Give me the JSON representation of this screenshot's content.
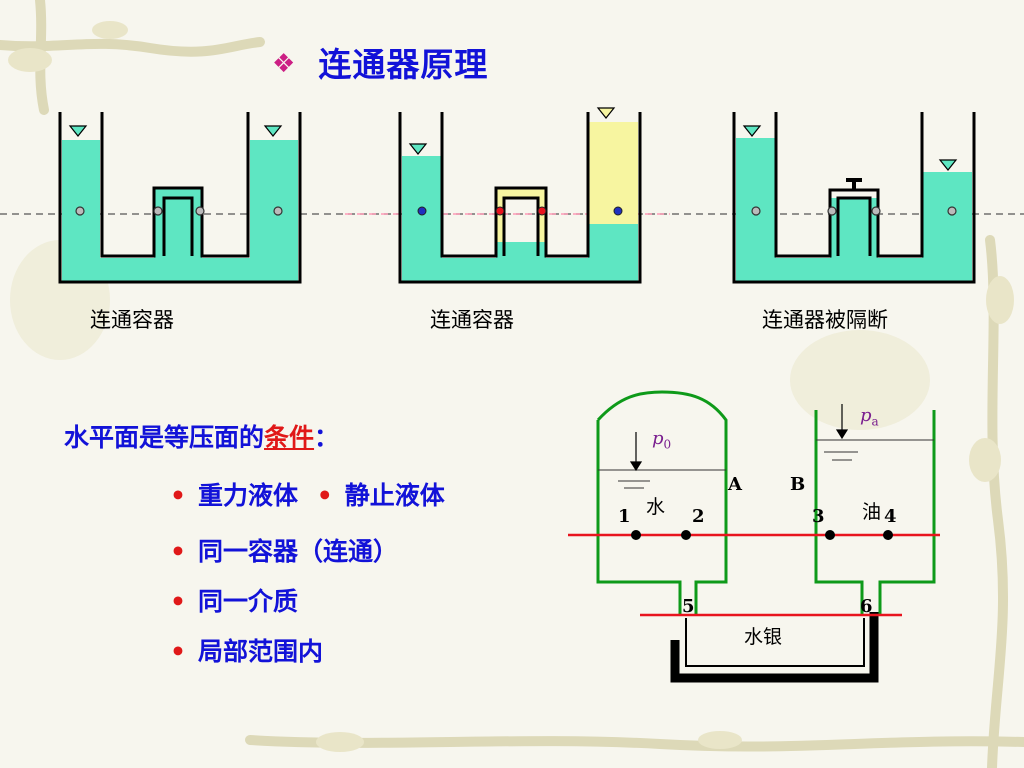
{
  "slide": {
    "title_bullet": "❖",
    "title": "连通器原理",
    "captions": [
      "连通容器",
      "连通容器",
      "连通器被隔断"
    ],
    "condition": {
      "text": "水平面是等压面的",
      "highlight": "条件",
      "suffix": "："
    },
    "bullets": [
      {
        "text": "重力液体",
        "extra": "静止液体"
      },
      {
        "text": "同一容器（连通）"
      },
      {
        "text": "同一介质"
      },
      {
        "text": "局部范围内"
      }
    ],
    "bullet_symbol": "•",
    "diagram": {
      "p0_base": "p",
      "p0_sub": "0",
      "pa_base": "p",
      "pa_sub": "a",
      "label_A": "A",
      "label_B": "B",
      "water": "水",
      "oil": "油",
      "mercury": "水银",
      "points": [
        "1",
        "2",
        "3",
        "4",
        "5",
        "6"
      ]
    },
    "colors": {
      "water": "#5ee6c2",
      "oil": "#f7f5a0",
      "container_green": "#0e9a19",
      "line_red": "#e8141e",
      "title_blue": "#1212d8"
    }
  }
}
